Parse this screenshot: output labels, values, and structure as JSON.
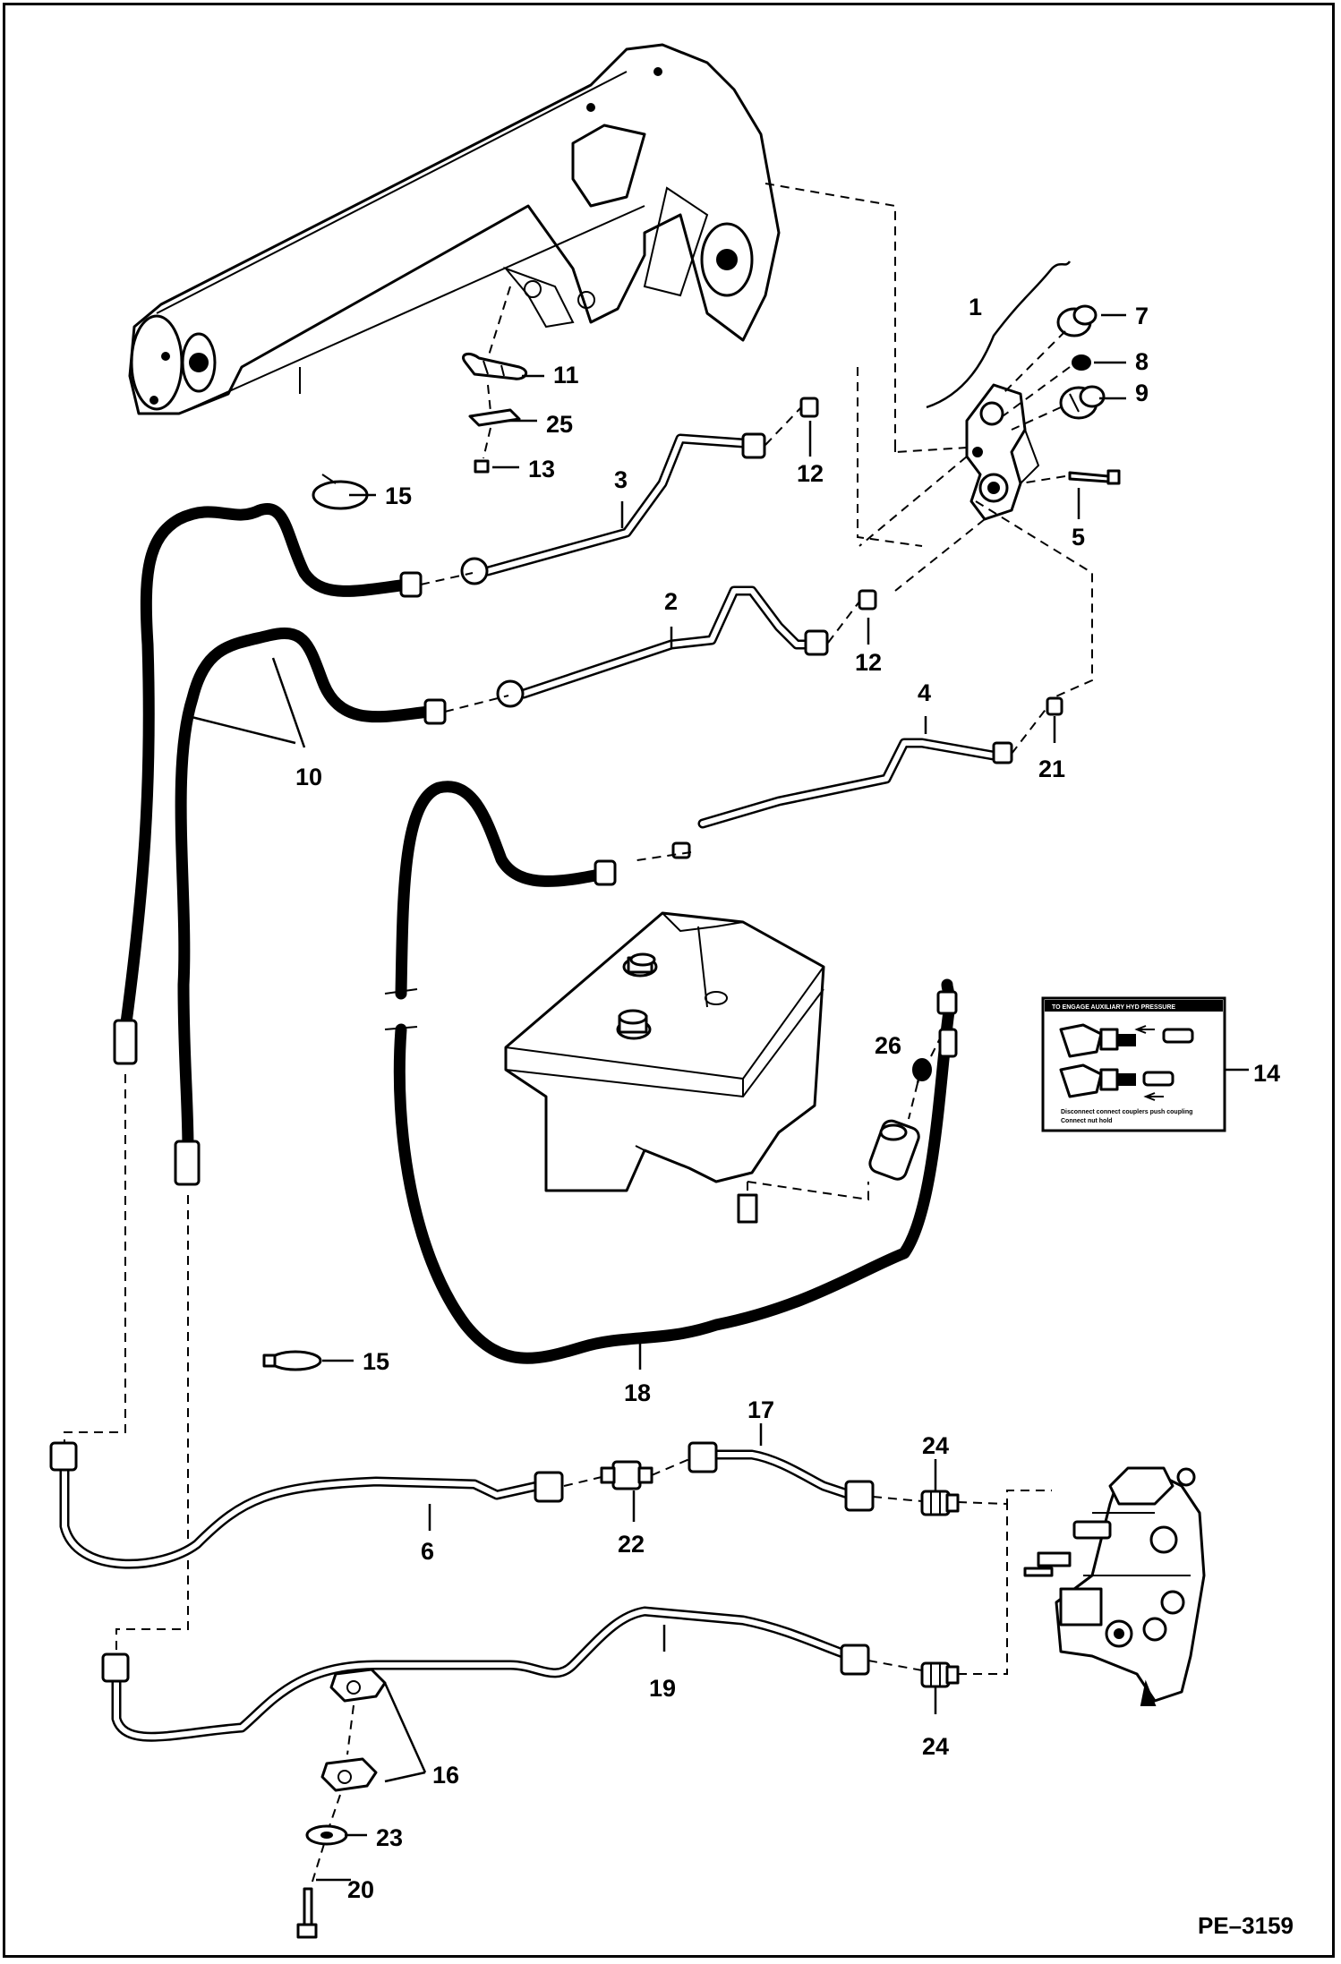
{
  "callouts": {
    "c1": "1",
    "c2": "2",
    "c3": "3",
    "c4": "4",
    "c5": "5",
    "c6": "6",
    "c7": "7",
    "c8": "8",
    "c9": "9",
    "c10": "10",
    "c11": "11",
    "c12a": "12",
    "c12b": "12",
    "c13": "13",
    "c14": "14",
    "c15a": "15",
    "c15b": "15",
    "c16": "16",
    "c17": "17",
    "c18": "18",
    "c19": "19",
    "c20": "20",
    "c21": "21",
    "c22": "22",
    "c23": "23",
    "c24a": "24",
    "c24b": "24",
    "c25": "25",
    "c26": "26"
  },
  "figure_ref": "PE–3159",
  "decal": {
    "header": "TO ENGAGE AUXILIARY HYD PRESSURE",
    "footer_line1": "Disconnect connect couplers push coupling",
    "footer_line2": "Connect nut hold"
  }
}
